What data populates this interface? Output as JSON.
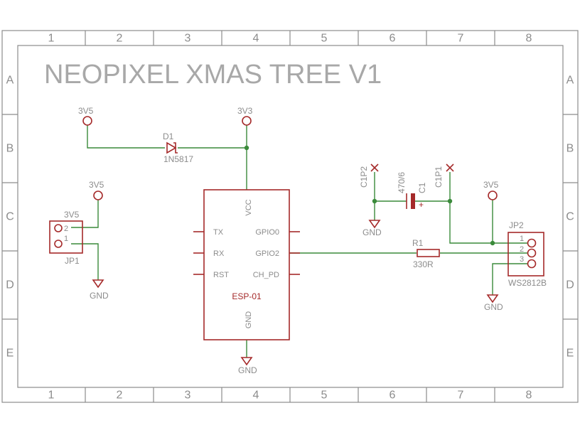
{
  "title": "NEOPIXEL XMAS TREE V1",
  "frame": {
    "columns": [
      "1",
      "2",
      "3",
      "4",
      "5",
      "6",
      "7",
      "8"
    ],
    "rows": [
      "A",
      "B",
      "C",
      "D",
      "E"
    ]
  },
  "supplies": {
    "v35_top": "3V5",
    "v33_top": "3V3",
    "v35_jp1": "3V5",
    "v35_jp2": "3V5"
  },
  "grounds": {
    "jp1": "GND",
    "esp": "GND",
    "cap": "GND",
    "jp2": "GND"
  },
  "diode": {
    "name": "D1",
    "value": "1N5817"
  },
  "capacitor": {
    "name": "C1",
    "value": "470/6",
    "plus": "+",
    "pad1": "C1P1",
    "pad2": "C1P2"
  },
  "resistor": {
    "name": "R1",
    "value": "330R"
  },
  "jp1": {
    "name": "JP1",
    "supply_label": "3V5",
    "pin2": "2",
    "pin1": "1"
  },
  "jp2": {
    "name": "JP2",
    "value": "WS2812B",
    "pin1": "1",
    "pin2": "2",
    "pin3": "3"
  },
  "esp": {
    "name": "ESP-01",
    "vcc": "VCC",
    "gnd": "GND",
    "tx": "TX",
    "rx": "RX",
    "rst": "RST",
    "gpio0": "GPIO0",
    "gpio2": "GPIO2",
    "ch_pd": "CH_PD"
  }
}
